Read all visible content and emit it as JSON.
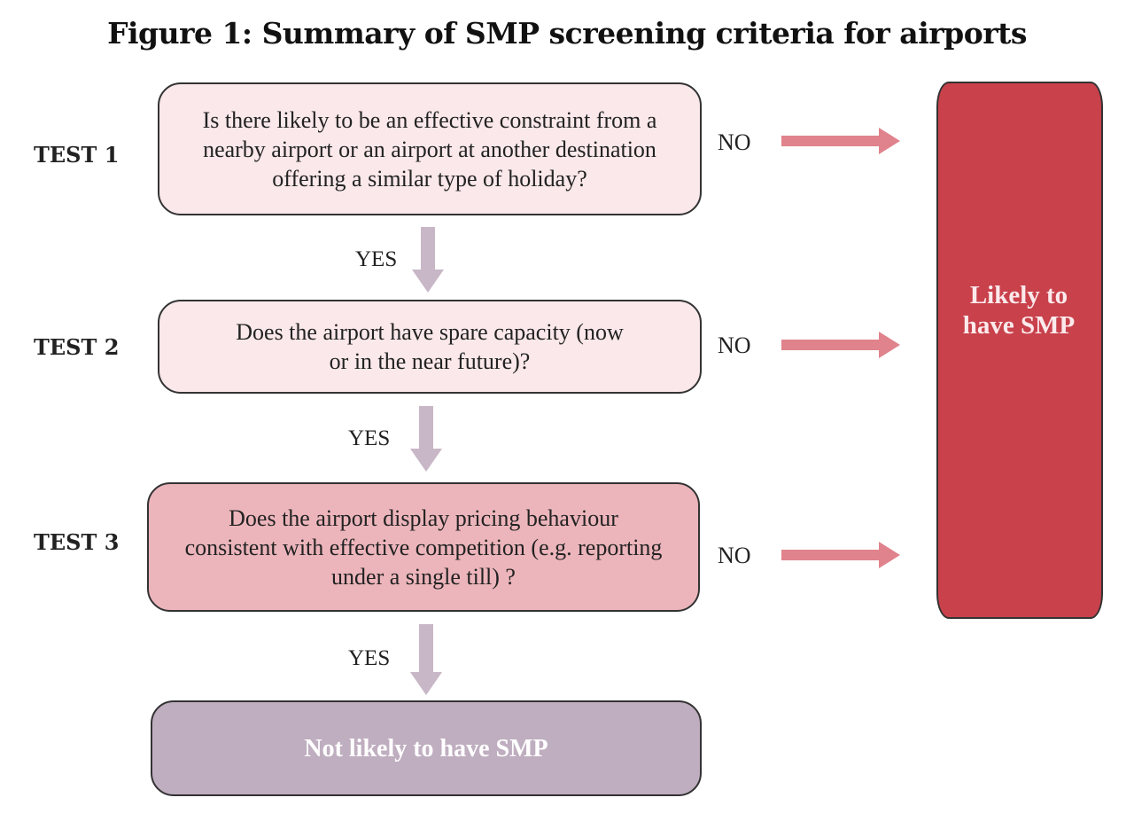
{
  "title": "Figure 1: Summary of SMP screening criteria for airports",
  "tests": [
    {
      "label": "TEST 1",
      "question": "Is there likely to be an effective constraint from a nearby airport or an airport at another destination offering a similar type of holiday?",
      "no_label": "NO",
      "yes_label": "YES"
    },
    {
      "label": "TEST 2",
      "question": "Does the airport have spare capacity (now or in the near future)?",
      "no_label": "NO",
      "yes_label": "YES"
    },
    {
      "label": "TEST 3",
      "question": "Does the airport display pricing behaviour consistent with effective competition (e.g. reporting under a single till) ?",
      "no_label": "NO",
      "yes_label": "YES"
    }
  ],
  "outcome_no": "Likely to have SMP",
  "outcome_yes": "Not likely to have SMP",
  "colors": {
    "box_light": "#fae8ea",
    "box_mid": "#ecb5bb",
    "box_end": "#bfaebf",
    "smp_box": "#c8414b",
    "arrow_no": "#e0838c",
    "arrow_yes": "#c8b7c6"
  }
}
